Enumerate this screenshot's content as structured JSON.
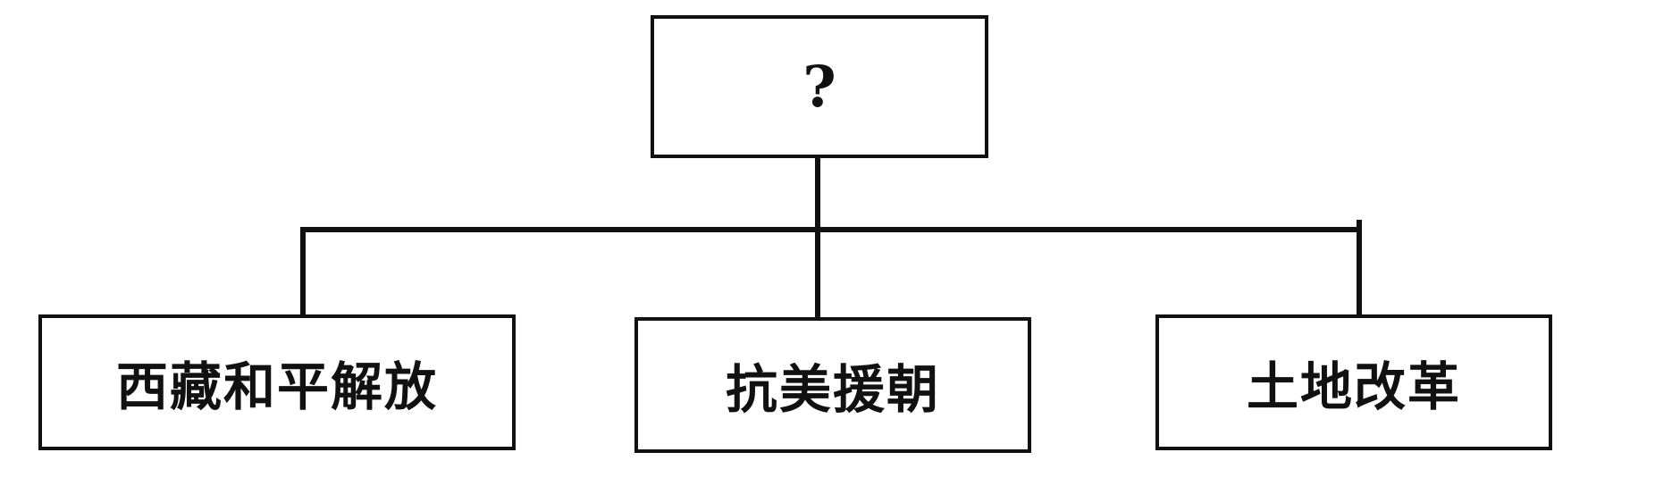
{
  "diagram": {
    "type": "tree",
    "root": {
      "label": "?"
    },
    "children": [
      {
        "label": "西藏和平解放"
      },
      {
        "label": "抗美援朝"
      },
      {
        "label": "土地改革"
      }
    ],
    "colors": {
      "stroke": "#111111",
      "background": "#ffffff",
      "text": "#111111"
    }
  }
}
